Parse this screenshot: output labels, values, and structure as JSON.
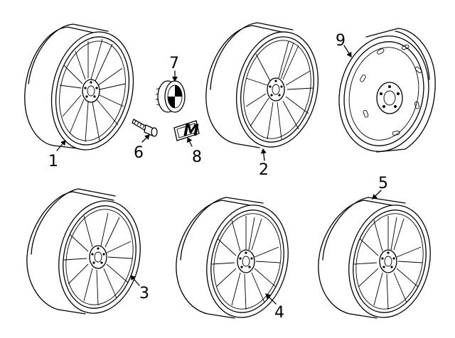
{
  "diagram": {
    "parts": [
      {
        "id": "1",
        "label": "1",
        "kind": "alloy-wheel-multi-spoke"
      },
      {
        "id": "2",
        "label": "2",
        "kind": "alloy-wheel-split-spoke"
      },
      {
        "id": "3",
        "label": "3",
        "kind": "alloy-wheel-y-spoke"
      },
      {
        "id": "4",
        "label": "4",
        "kind": "alloy-wheel-double-spoke"
      },
      {
        "id": "5",
        "label": "5",
        "kind": "alloy-wheel-double-spoke-b"
      },
      {
        "id": "6",
        "label": "6",
        "kind": "wheel-bolt"
      },
      {
        "id": "7",
        "label": "7",
        "kind": "hub-cap-emblem"
      },
      {
        "id": "8",
        "label": "8",
        "kind": "m-badge"
      },
      {
        "id": "9",
        "label": "9",
        "kind": "steel-spare-wheel"
      }
    ],
    "badge_text": "M"
  }
}
